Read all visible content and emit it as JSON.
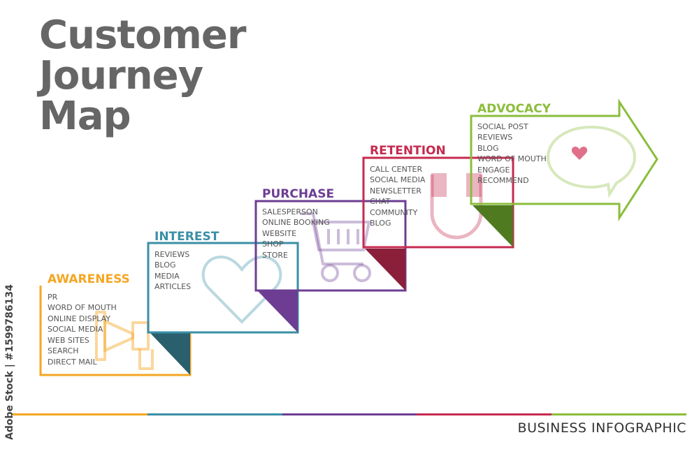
{
  "title": {
    "lines": [
      "Customer",
      "Journey",
      "Map"
    ]
  },
  "stages": [
    {
      "id": "awareness",
      "title": "AWARENESS",
      "color": "#f5a623",
      "icon": "megaphone-icon",
      "items": [
        "PR",
        "WORD OF MOUTH",
        "ONLINE DISPLAY",
        "SOCIAL MEDIA",
        "WEB SITES",
        "SEARCH",
        "DIRECT MAIL"
      ]
    },
    {
      "id": "interest",
      "title": "INTEREST",
      "color": "#3a8fa6",
      "icon": "heart-icon",
      "items": [
        "REVIEWS",
        "BLOG",
        "MEDIA",
        "ARTICLES"
      ]
    },
    {
      "id": "purchase",
      "title": "PURCHASE",
      "color": "#6d3d93",
      "icon": "shopping-cart-icon",
      "items": [
        "SALESPERSON",
        "ONLINE BOOKING",
        "WEBSITE",
        "SHOP",
        "STORE"
      ]
    },
    {
      "id": "retention",
      "title": "RETENTION",
      "color": "#c62a4f",
      "icon": "magnet-icon",
      "items": [
        "CALL CENTER",
        "SOCIAL MEDIA",
        "NEWSLETTER",
        "CHAT",
        "COMMUNITY",
        "BLOG"
      ]
    },
    {
      "id": "advocacy",
      "title": "ADVOCACY",
      "color": "#8bbd3c",
      "icon": "speech-bubble-heart-icon",
      "items": [
        "SOCIAL POST",
        "REVIEWS",
        "BLOG",
        "WORD OF MOUTH",
        "ENGAGE",
        "RECOMMEND"
      ]
    }
  ],
  "footer": "BUSINESS INFOGRAPHIC",
  "watermark": "Adobe Stock | #1599786134"
}
